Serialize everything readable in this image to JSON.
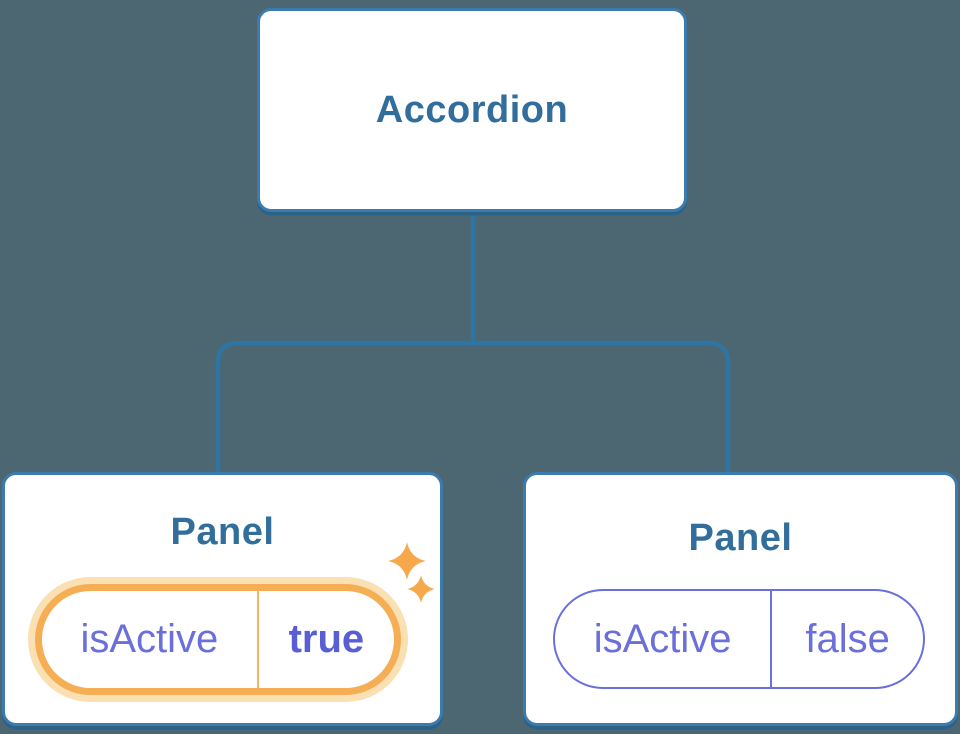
{
  "diagram": {
    "description": "React component tree: Accordion parent passing isActive state to two Panel children",
    "root": {
      "label": "Accordion"
    },
    "panels": [
      {
        "label": "Panel",
        "prop": {
          "name": "isActive",
          "value": "true"
        },
        "highlighted": true,
        "icons": [
          "sparkle-icon",
          "sparkle-icon"
        ]
      },
      {
        "label": "Panel",
        "prop": {
          "name": "isActive",
          "value": "false"
        },
        "highlighted": false
      }
    ]
  },
  "colors": {
    "background": "#4C6772",
    "box_fill": "#FFFFFF",
    "box_border": "#3B7BAD",
    "box_shadow": "#2C6288",
    "box_text": "#316E9C",
    "connector": "#2E74A4",
    "prop_text": "#6A6FDB",
    "prop_value_active_text": "#5A5ED4",
    "highlight_ring": "#F6AE55",
    "highlight_halo": "#FBE0B3",
    "highlight_divider": "#F5B464",
    "sparkle": "#F6A84B"
  }
}
